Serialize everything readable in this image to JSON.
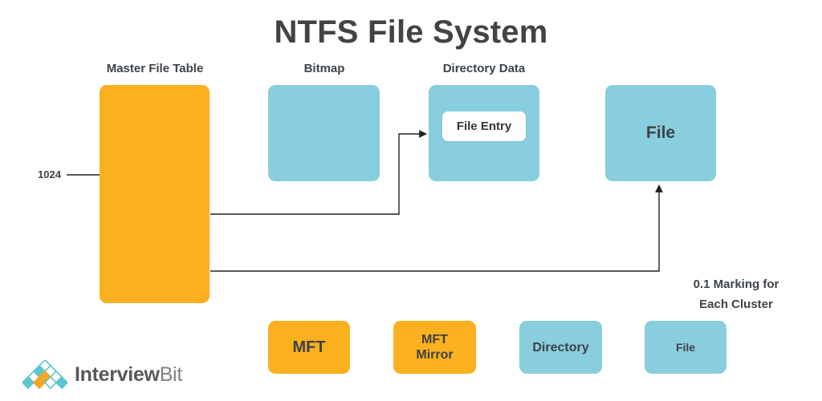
{
  "title": "NTFS File System",
  "colors": {
    "orange": "#FBB01F",
    "blue": "#89CEDE",
    "text": "#3d4349",
    "title_text": "#434343",
    "connector": "#231f20",
    "white": "#ffffff"
  },
  "columns": [
    {
      "caption": "Master File Table"
    },
    {
      "caption": "Bitmap"
    },
    {
      "caption": "Directory Data"
    }
  ],
  "blocks": {
    "mft": {
      "label": "",
      "color": "orange"
    },
    "bitmap": {
      "label": "",
      "color": "blue"
    },
    "directory_data": {
      "label": "",
      "color": "blue",
      "chip": "File Entry"
    },
    "file": {
      "label": "File",
      "color": "blue"
    }
  },
  "annotations": {
    "mft_size": "1024",
    "cluster_note_line1": "0.1 Marking for",
    "cluster_note_line2": "Each Cluster"
  },
  "legend": [
    {
      "label": "MFT",
      "color": "orange",
      "size": "lg"
    },
    {
      "label": "MFT",
      "label2": "Mirror",
      "color": "orange",
      "size": "md"
    },
    {
      "label": "Directory",
      "color": "blue",
      "size": "md"
    },
    {
      "label": "File",
      "color": "blue",
      "size": "sm"
    }
  ],
  "logo": {
    "name_bold": "Interview",
    "name_light": "Bit",
    "mark": "interviewbit-diamond-mark"
  }
}
